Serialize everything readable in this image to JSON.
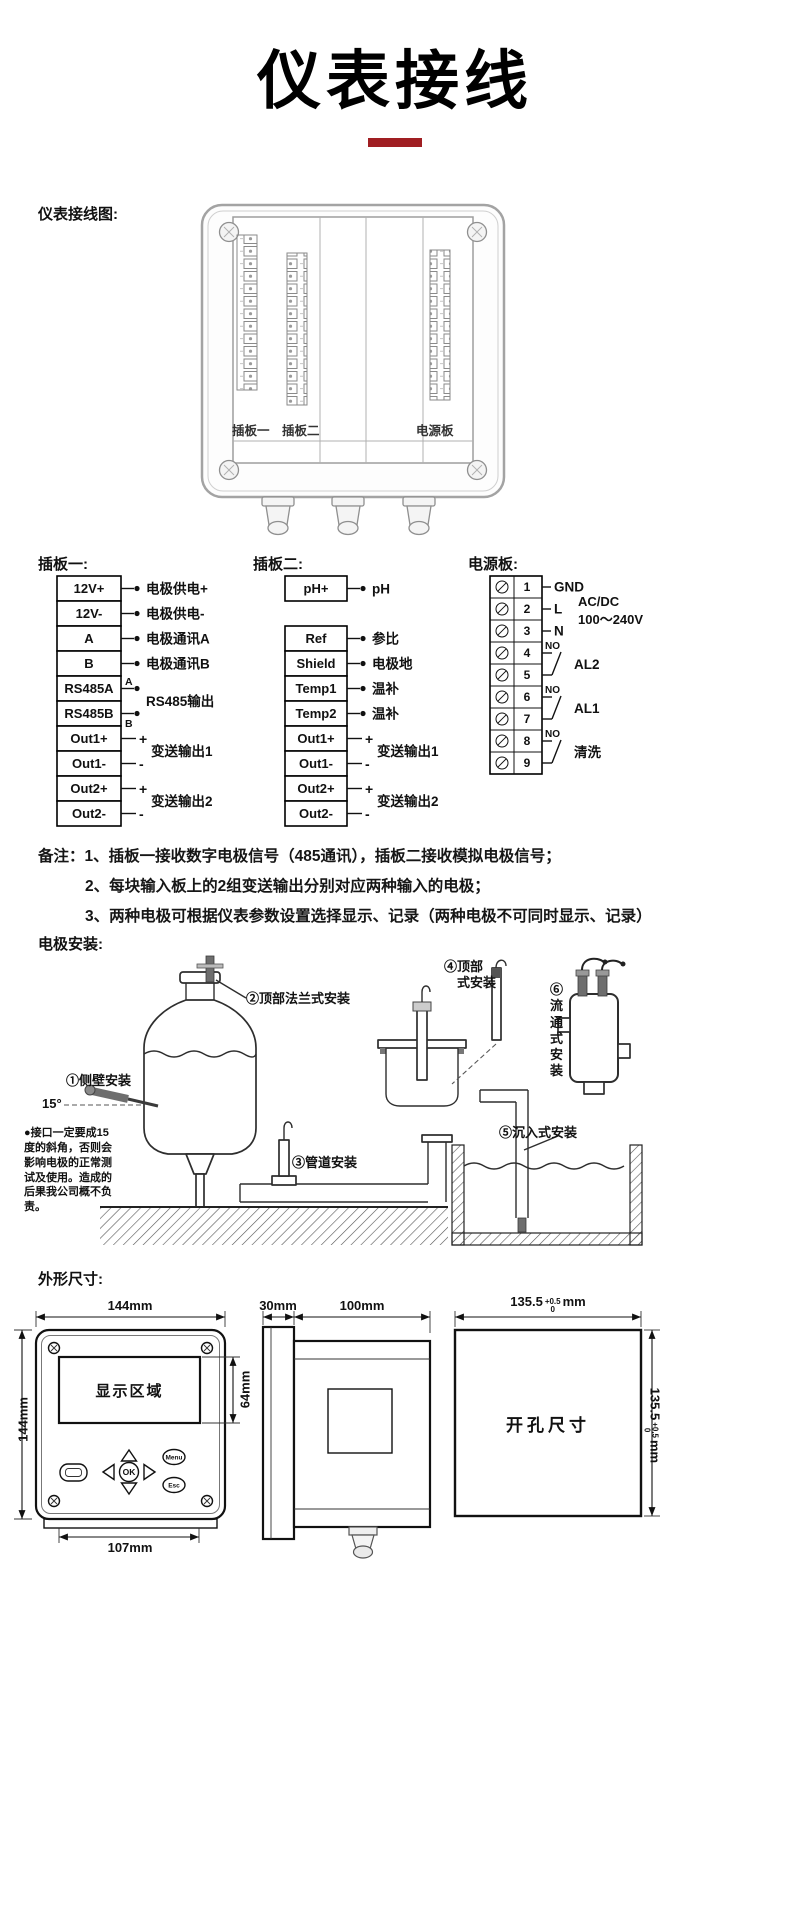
{
  "colors": {
    "accent_red": "#a01e22"
  },
  "header": {
    "title": "仪表接线"
  },
  "device": {
    "caption": "仪表接线图:",
    "slot1": "插板一",
    "slot2": "插板二",
    "power": "电源板"
  },
  "sym": {
    "plus": "+",
    "minus": "-"
  },
  "b1": {
    "title": "插板一:",
    "terminals": [
      "12V+",
      "12V-",
      "A",
      "B",
      "RS485A",
      "RS485B",
      "Out1+",
      "Out1-",
      "Out2+",
      "Out2-"
    ],
    "ann": [
      "电极供电+",
      "电极供电-",
      "电极通讯A",
      "电极通讯B"
    ],
    "wire_a": "A",
    "wire_b": "B",
    "rs485": "RS485输出",
    "out1": "变送输出1",
    "out2": "变送输出2"
  },
  "b2": {
    "title": "插板二:",
    "terminals": [
      "pH+",
      "Ref",
      "Shield",
      "Temp1",
      "Temp2",
      "Out1+",
      "Out1-",
      "Out2+",
      "Out2-"
    ],
    "ann": [
      "pH",
      "参比",
      "电极地",
      "温补",
      "温补"
    ],
    "out1": "变送输出1",
    "out2": "变送输出2"
  },
  "pw": {
    "title": "电源板:",
    "numbers": [
      "1",
      "2",
      "3",
      "4",
      "5",
      "6",
      "7",
      "8",
      "9"
    ],
    "gnd": "GND",
    "live": "L",
    "neutral": "N",
    "ac1": "AC/DC",
    "ac2": "100～240V",
    "no": "NO",
    "al2": "AL2",
    "al1": "AL1",
    "wash": "清洗"
  },
  "notes": {
    "lead": "备注：",
    "l1": "1、插板一接收数字电极信号（485通讯），插板二接收模拟电极信号；",
    "l2": "2、每块输入板上的2组变送输出分别对应两种输入的电极；",
    "l3": "3、两种电极可根据仪表参数设置选择显示、记录（两种电极不可同时显示、记录）"
  },
  "install": {
    "caption": "电极安装:",
    "m1": "①侧壁安装",
    "angle": "15°",
    "m2": "②顶部法兰式安装",
    "m3": "③管道安装",
    "m4a": "④顶部",
    "m4b": "式安装",
    "m5": "⑤沉入式安装",
    "m6": "⑥流通式安装",
    "warning": "●接口一定要成15度的斜角，否则会影响电极的正常测试及使用。造成的后果我公司概不负责。"
  },
  "dims": {
    "caption": "外形尺寸:",
    "w144": "144mm",
    "h144": "144mm",
    "w107": "107mm",
    "h64": "64mm",
    "screen": "显示区域",
    "menu": "Menu",
    "ok": "OK",
    "esc": "Esc",
    "d30": "30mm",
    "d100": "100mm",
    "cutout": "开孔尺寸",
    "c_val": "135.5",
    "c_tp": "+0.5",
    "c_tz": "0",
    "c_unit": "mm"
  }
}
